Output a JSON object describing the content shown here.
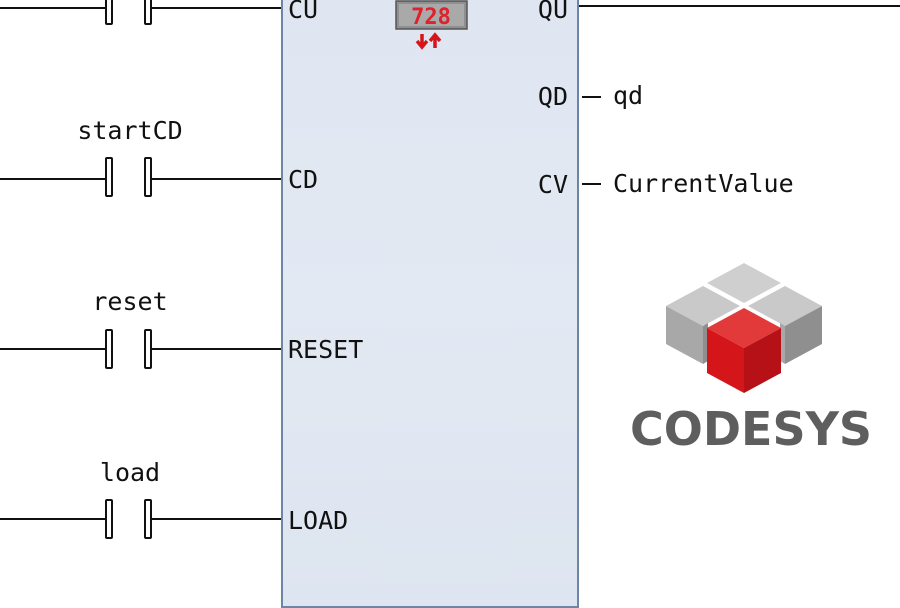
{
  "function_block": {
    "inputs": [
      "CU",
      "CD",
      "RESET",
      "LOAD"
    ],
    "outputs": [
      "QU",
      "QD",
      "CV"
    ],
    "display_value": "728"
  },
  "contacts": [
    "startCD",
    "reset",
    "load"
  ],
  "output_vars": {
    "qd": "qd",
    "cv": "CurrentValue"
  },
  "logo": {
    "text": "CODESYS",
    "accent_color": "#d4161b",
    "gray_color": "#9a9a9a"
  },
  "colors": {
    "block_fill": "#dfe6f1",
    "block_border": "#6d86a5",
    "wire": "#111111"
  }
}
